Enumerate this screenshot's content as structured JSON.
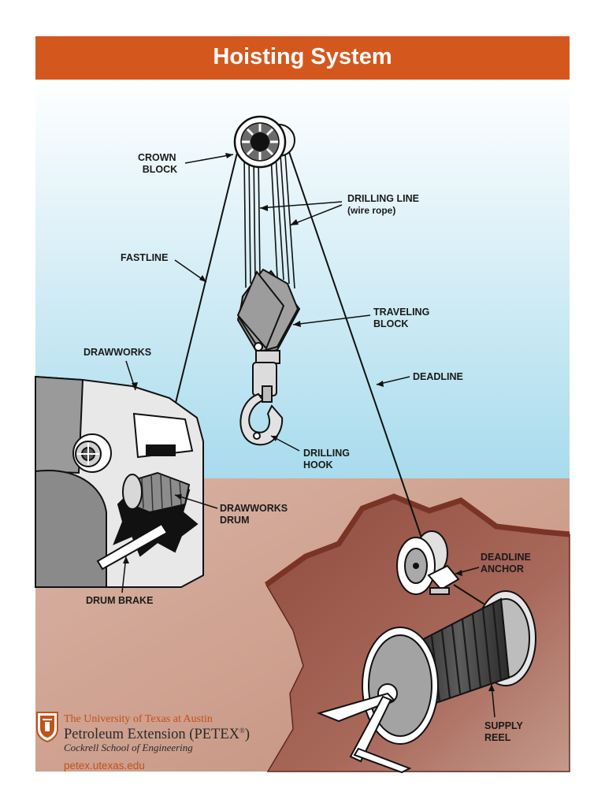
{
  "header": {
    "title": "Hoisting System"
  },
  "labels": {
    "crown_block": [
      "CROWN",
      "BLOCK"
    ],
    "drilling_line": [
      "DRILLING LINE",
      "(wire rope)"
    ],
    "fastline": [
      "FASTLINE"
    ],
    "traveling_block": [
      "TRAVELING",
      "BLOCK"
    ],
    "drawworks": [
      "DRAWWORKS"
    ],
    "deadline": [
      "DEADLINE"
    ],
    "drilling_hook": [
      "DRILLING",
      "HOOK"
    ],
    "drawworks_drum": [
      "DRAWWORKS",
      "DRUM"
    ],
    "deadline_anchor": [
      "DEADLINE",
      "ANCHOR"
    ],
    "drum_brake": [
      "DRUM BRAKE"
    ],
    "supply_reel": [
      "SUPPLY",
      "REEL"
    ]
  },
  "footer": {
    "university": "The University of Texas at Austin",
    "program": "Petroleum Extension (PETEX",
    "registered": "®",
    "program_close": ")",
    "school": "Cockrell School of Engineering",
    "url": "petex.utexas.edu"
  },
  "colors": {
    "brand_orange": "#d4581e",
    "sky_top": "#ffffff",
    "sky_bottom": "#a8dbed",
    "ground": "#c99a87",
    "pit": "#9a5a4a",
    "machine_gray": "#9a9a9a"
  }
}
